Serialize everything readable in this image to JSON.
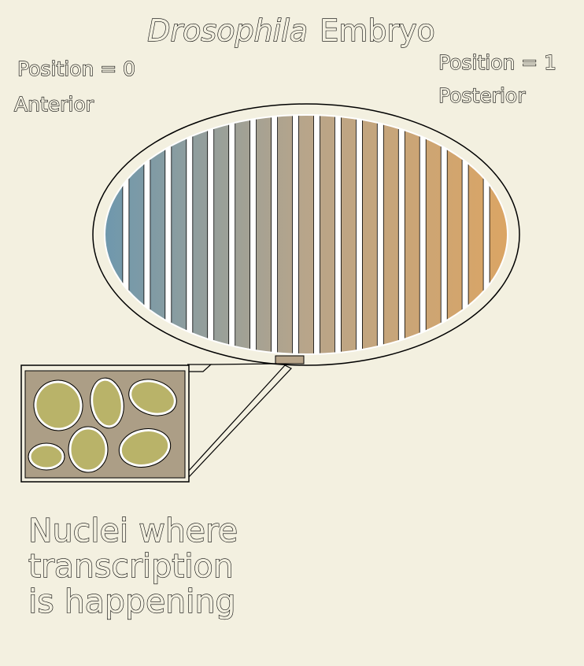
{
  "title": {
    "italic_part": "Drosophila",
    "regular_part": "Embryo"
  },
  "anterior": {
    "position_text": "Position = 0",
    "name": "Anterior"
  },
  "posterior": {
    "position_text": "Position = 1",
    "name": "Posterior"
  },
  "caption": {
    "line1": "Nuclei where",
    "line2": "transcription",
    "line3": "is happening"
  },
  "colors": {
    "background": "#f3f0e0",
    "anterior_color": "#6f98ad",
    "middle_color": "#b8a58a",
    "posterior_color": "#dba564",
    "inset_background": "#ac9e86",
    "nucleus_color": "#b9b369"
  },
  "embryo": {
    "stripe_count": 19
  },
  "nuclei": {
    "count": 6
  }
}
